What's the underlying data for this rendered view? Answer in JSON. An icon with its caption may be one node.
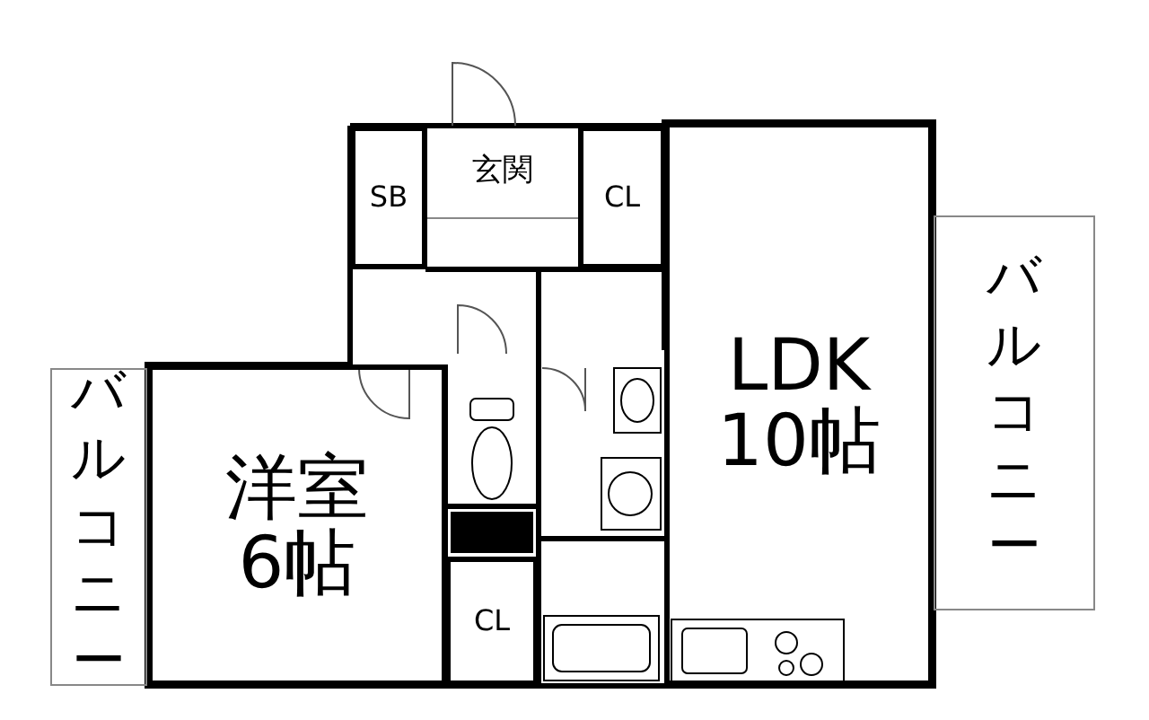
{
  "diagram": {
    "nodes": [
      {
        "text": [
          "玄関"
        ]
      },
      {
        "text": [
          "SB"
        ]
      },
      {
        "text": [
          "CL"
        ]
      },
      {
        "text": [
          "LDK",
          "10帖"
        ]
      },
      {
        "text": [
          "バルコニー"
        ]
      },
      {
        "text": [
          "洋室",
          "6帖"
        ]
      },
      {
        "text": [
          "バルコニー"
        ]
      },
      {
        "text": [
          "CL"
        ]
      }
    ]
  }
}
